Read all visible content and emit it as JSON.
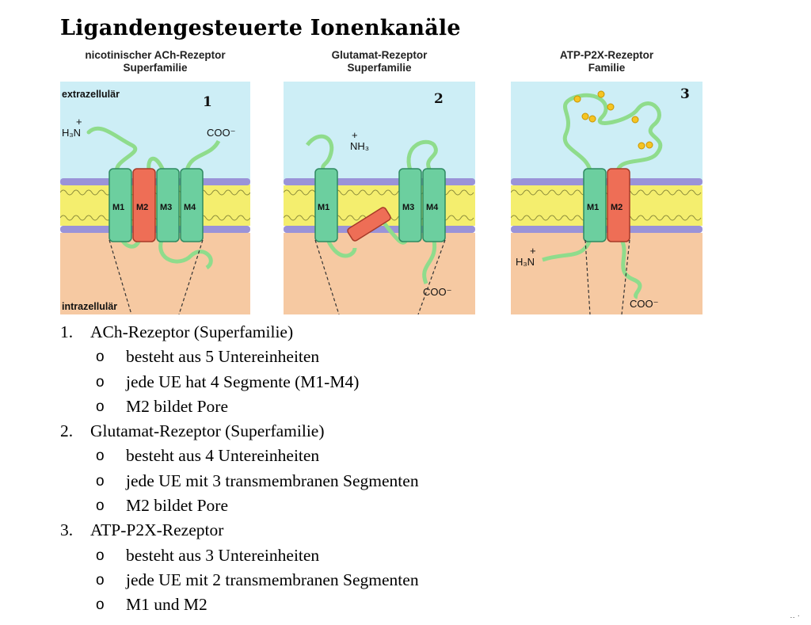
{
  "title": "Ligandengesteuerte Ionenkanäle",
  "panels": [
    {
      "caption_line1": "nicotinischer ACh-Rezeptor",
      "caption_line2": "Superfamilie",
      "number": "1",
      "label_extra": "extrazellulär",
      "label_intra": "intrazellulär",
      "n_term": "H₃N",
      "n_term_plus": "+",
      "c_term": "COO⁻",
      "segments": [
        "M1",
        "M2",
        "M3",
        "M4"
      ]
    },
    {
      "caption_line1": "Glutamat-Rezeptor",
      "caption_line2": "Superfamilie",
      "number": "2",
      "n_term": "NH₃",
      "n_term_plus": "+",
      "c_term": "COO⁻",
      "segments": [
        "M1",
        "M3",
        "M4"
      ]
    },
    {
      "caption_line1": "ATP-P2X-Rezeptor",
      "caption_line2": "Familie",
      "number": "3",
      "n_term": "H₃N",
      "n_term_plus": "+",
      "c_term": "COO⁻",
      "segments": [
        "M1",
        "M2"
      ]
    }
  ],
  "list": [
    {
      "number": "1.",
      "text": "ACh-Rezeptor (Superfamilie)",
      "bullets": [
        "besteht aus 5 Untereinheiten",
        "jede UE hat 4 Segmente (M1-M4)",
        "M2 bildet Pore"
      ]
    },
    {
      "number": "2.",
      "text": "Glutamat-Rezeptor (Superfamilie)",
      "bullets": [
        "besteht aus 4 Untereinheiten",
        "jede UE mit 3 transmembranen Segmenten",
        "M2 bildet Pore"
      ]
    },
    {
      "number": "3.",
      "text": "ATP-P2X-Rezeptor",
      "bullets": [
        "besteht aus 3 Untereinheiten",
        "jede UE mit 2 transmembranen Segmenten",
        "M1 und M2"
      ]
    }
  ],
  "bullet_symbol": "o",
  "corner_mark": "‥ ·",
  "colors": {
    "extracellular": "#cdeef6",
    "intracellular": "#f6c9a2",
    "membrane_yellow": "#f4ee6e",
    "lipid_head": "#9a93d8",
    "helix_green": "#6ccf9f",
    "helix_red": "#ee6e56",
    "loop": "#8fdc8c",
    "disulfide": "#f5c423"
  }
}
